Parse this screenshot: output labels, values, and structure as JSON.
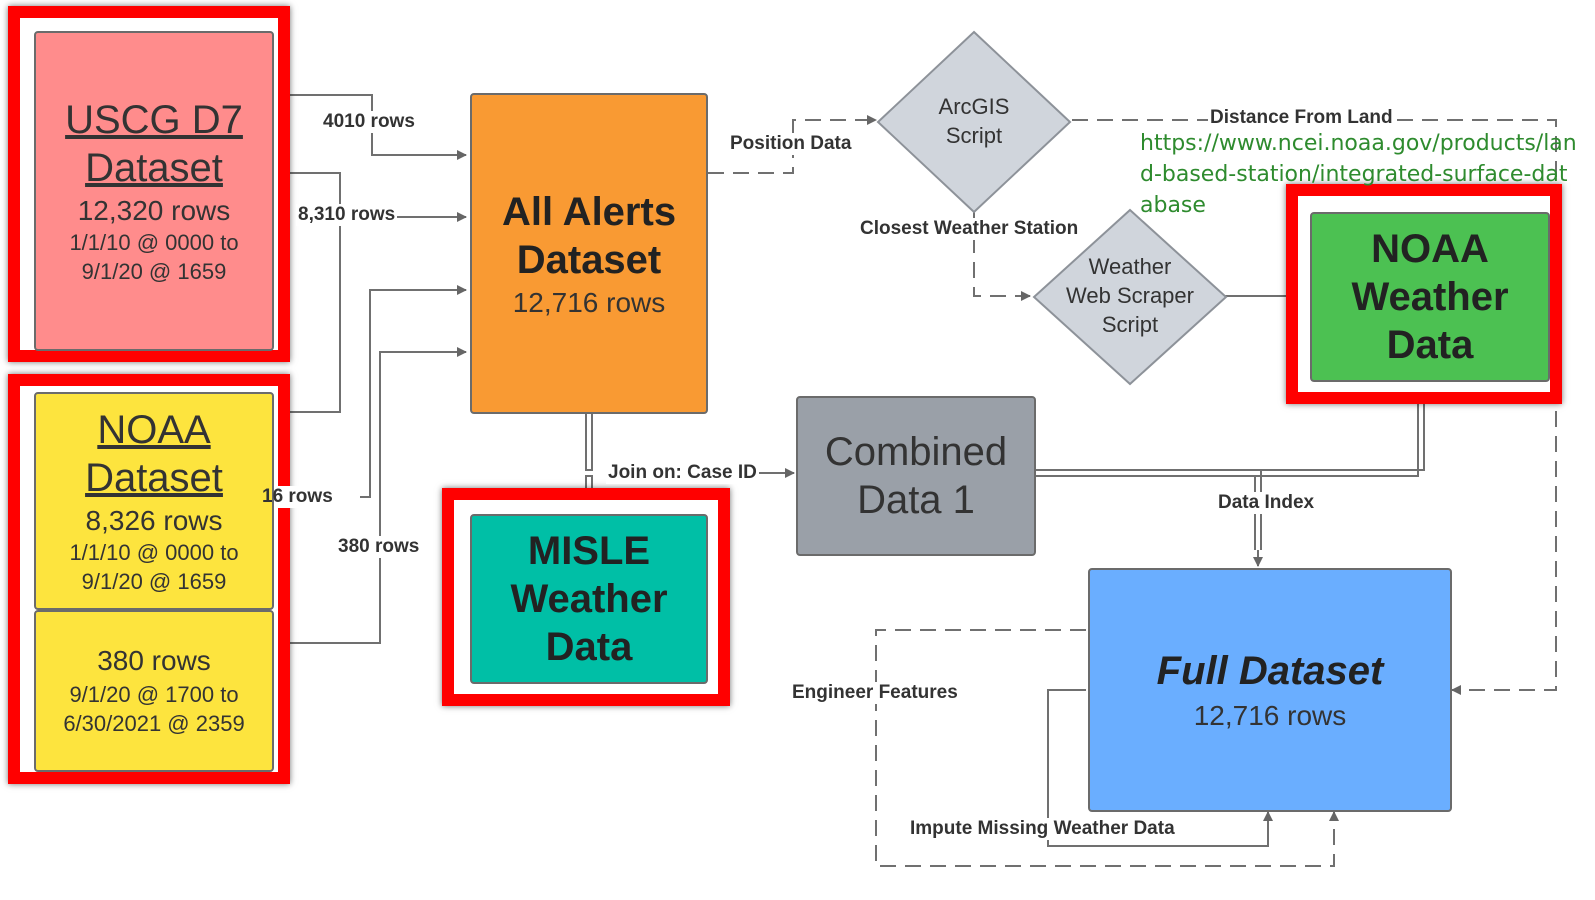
{
  "nodes": {
    "uscg": {
      "title_line1": "USCG D7",
      "title_line2": "Dataset",
      "rows": "12,320 rows",
      "range_line1": "1/1/10 @ 0000 to",
      "range_line2": "9/1/20 @ 1659",
      "color": "#ff8c8c"
    },
    "noaa_dataset": {
      "title_line1": "NOAA",
      "title_line2": "Dataset",
      "rows": "8,326 rows",
      "range_line1": "1/1/10 @ 0000 to",
      "range_line2": "9/1/20 @ 1659",
      "color": "#fde43e"
    },
    "noaa_extra": {
      "rows": "380 rows",
      "range_line1": "9/1/20 @ 1700 to",
      "range_line2": "6/30/2021 @ 2359",
      "color": "#fde43e"
    },
    "all_alerts": {
      "title_line1": "All Alerts",
      "title_line2": "Dataset",
      "rows": "12,716 rows",
      "color": "#f99a33"
    },
    "misle": {
      "line1": "MISLE",
      "line2": "Weather",
      "line3": "Data",
      "color": "#00bfa6"
    },
    "combined": {
      "line1": "Combined",
      "line2": "Data 1",
      "color": "#9aa0a8"
    },
    "noaa_weather": {
      "line1": "NOAA",
      "line2": "Weather",
      "line3": "Data",
      "color": "#4cc152"
    },
    "full": {
      "title": "Full Dataset",
      "rows": "12,716 rows",
      "color": "#6aaeff"
    },
    "arcgis": {
      "line1": "ArcGIS",
      "line2": "Script",
      "color": "#d0d5dc"
    },
    "scraper": {
      "line1": "Weather",
      "line2": "Web Scraper",
      "line3": "Script",
      "color": "#d0d5dc"
    }
  },
  "edges": {
    "e4010": "4010 rows",
    "e8310": "8,310 rows",
    "e16": "16 rows",
    "e380": "380 rows",
    "position": "Position Data",
    "distance": "Distance From Land",
    "closest": "Closest Weather Station",
    "join": "Join on: Case ID",
    "index": "Data Index",
    "engineer": "Engineer Features",
    "impute": "Impute Missing Weather Data"
  },
  "source_url": "https://www.ncei.noaa.gov/products/land-based-station/integrated-surface-database",
  "colors": {
    "highlight_frame": "#ff0000",
    "connector": "#6b6b6b",
    "url_text": "#2e8b2e"
  }
}
